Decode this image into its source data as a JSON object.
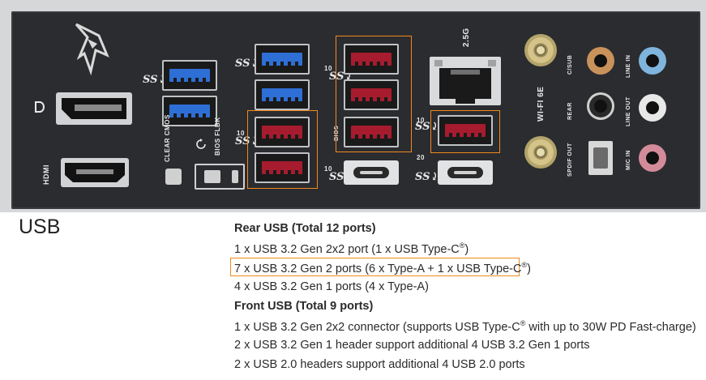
{
  "panel": {
    "labels": {
      "hdmi": "HDMI",
      "clear_cmos": "CLEAR CMOS",
      "bios_flbk": "BIOS FLBK",
      "bios": "BIOS",
      "lan": "2.5G",
      "wifi": "WI-FI 6E",
      "c_sub": "C/SUB",
      "rear": "REAR",
      "spdif_out": "SPDIF OUT",
      "line_in": "LINE IN",
      "line_out": "LINE OUT",
      "mic_in": "MIC IN",
      "ss_10": "10",
      "ss_20": "20"
    },
    "colors": {
      "plate": "#2b2c2f",
      "usb_blue": "#2e6fd6",
      "usb_red": "#a61c2e",
      "highlight": "#f08a1e",
      "jack_orange": "#c9925a",
      "jack_blue": "#7fb4dc",
      "jack_black": "#2a2a2a",
      "jack_white": "#e8e8e8",
      "jack_pink": "#d38b9a"
    }
  },
  "spec": {
    "title": "USB",
    "rear_heading": "Rear USB (Total 12 ports)",
    "rear_1_pre": "1 x USB 3.2 Gen 2x2 port (1 x USB Type-C",
    "rear_1_post": ")",
    "rear_2_pre": "7 x USB 3.2 Gen 2 ports  (6 x Type-A + 1 x USB Type-C",
    "rear_2_post": ")",
    "rear_3": "4 x USB 3.2 Gen 1 ports  (4 x Type-A)",
    "front_heading": "Front USB (Total 9 ports)",
    "front_1_pre": "1 x USB 3.2 Gen 2x2 connector (supports USB Type-C",
    "front_1_post": " with up to 30W PD Fast-charge)",
    "front_2": "2 x USB 3.2 Gen 1 header support additional 4 USB 3.2 Gen 1 ports",
    "front_3": "2 x USB 2.0 headers support additional 4 USB 2.0 ports",
    "registered": "®"
  }
}
